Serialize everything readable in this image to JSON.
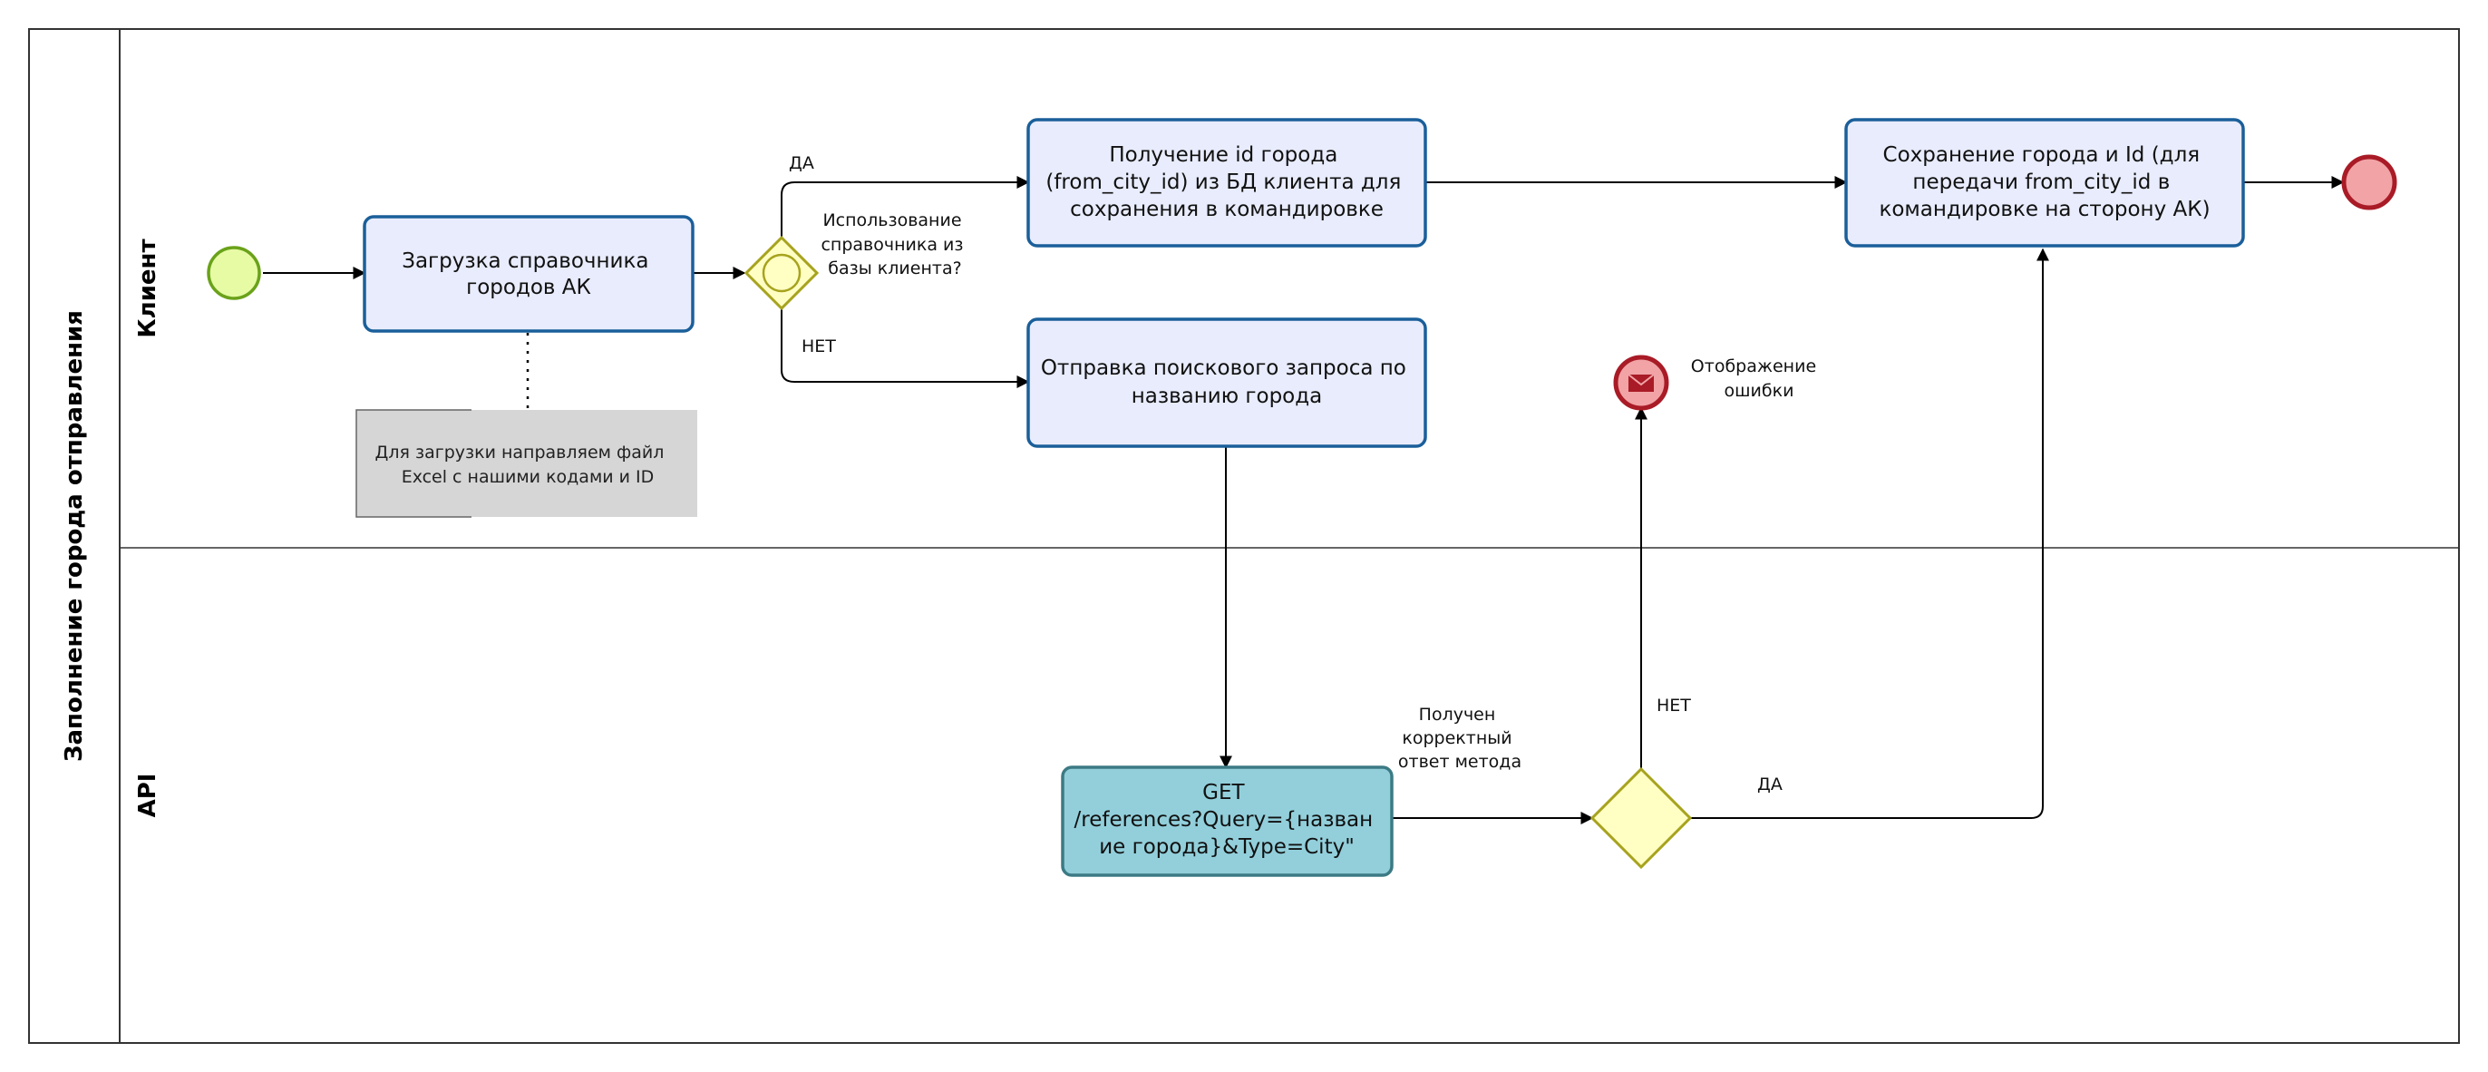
{
  "pool": {
    "title": "Заполнение города отправления"
  },
  "lanes": {
    "client": "Клиент",
    "api": "API"
  },
  "tasks": {
    "load_directory": [
      "Загрузка справочника",
      "городов АК"
    ],
    "get_city_id": [
      "Получение id города",
      "(from_city_id) из БД клиента для",
      "сохранения в командировке"
    ],
    "search_request": [
      "Отправка поискового запроса по",
      "названию города"
    ],
    "save_city": [
      "Сохранение города и Id (для",
      "передачи from_city_id в",
      "командировке на сторону АК)"
    ],
    "api_get": [
      "GET",
      "/references?Query={назван",
      "ие города}&Type=City\""
    ]
  },
  "annotation": [
    "Для загрузки направляем файл",
    "Excel с нашими кодами и ID"
  ],
  "gateway1_question": [
    "Использование",
    "справочника из",
    "базы клиента?"
  ],
  "gateway2_question": [
    "Получен",
    "корректный",
    "ответ метода"
  ],
  "error_event_label": [
    "Отображение",
    "ошибки"
  ],
  "flow_labels": {
    "yes_top": "ДА",
    "no_top": "НЕТ",
    "no_api": "НЕТ",
    "yes_api": "ДА"
  },
  "colors": {
    "task_fill": "#e8ecfc",
    "task_stroke": "#1a5f9a",
    "api_task_fill": "#92cfdb",
    "api_task_stroke": "#3c7a84",
    "start_fill": "#e6fba4",
    "start_stroke": "#6aa21a",
    "end_fill": "#f1a3a6",
    "end_stroke": "#a91b26",
    "gateway_fill": "#ffffc4",
    "gateway_stroke": "#a7a31e",
    "note_fill": "#d6d6d6"
  }
}
